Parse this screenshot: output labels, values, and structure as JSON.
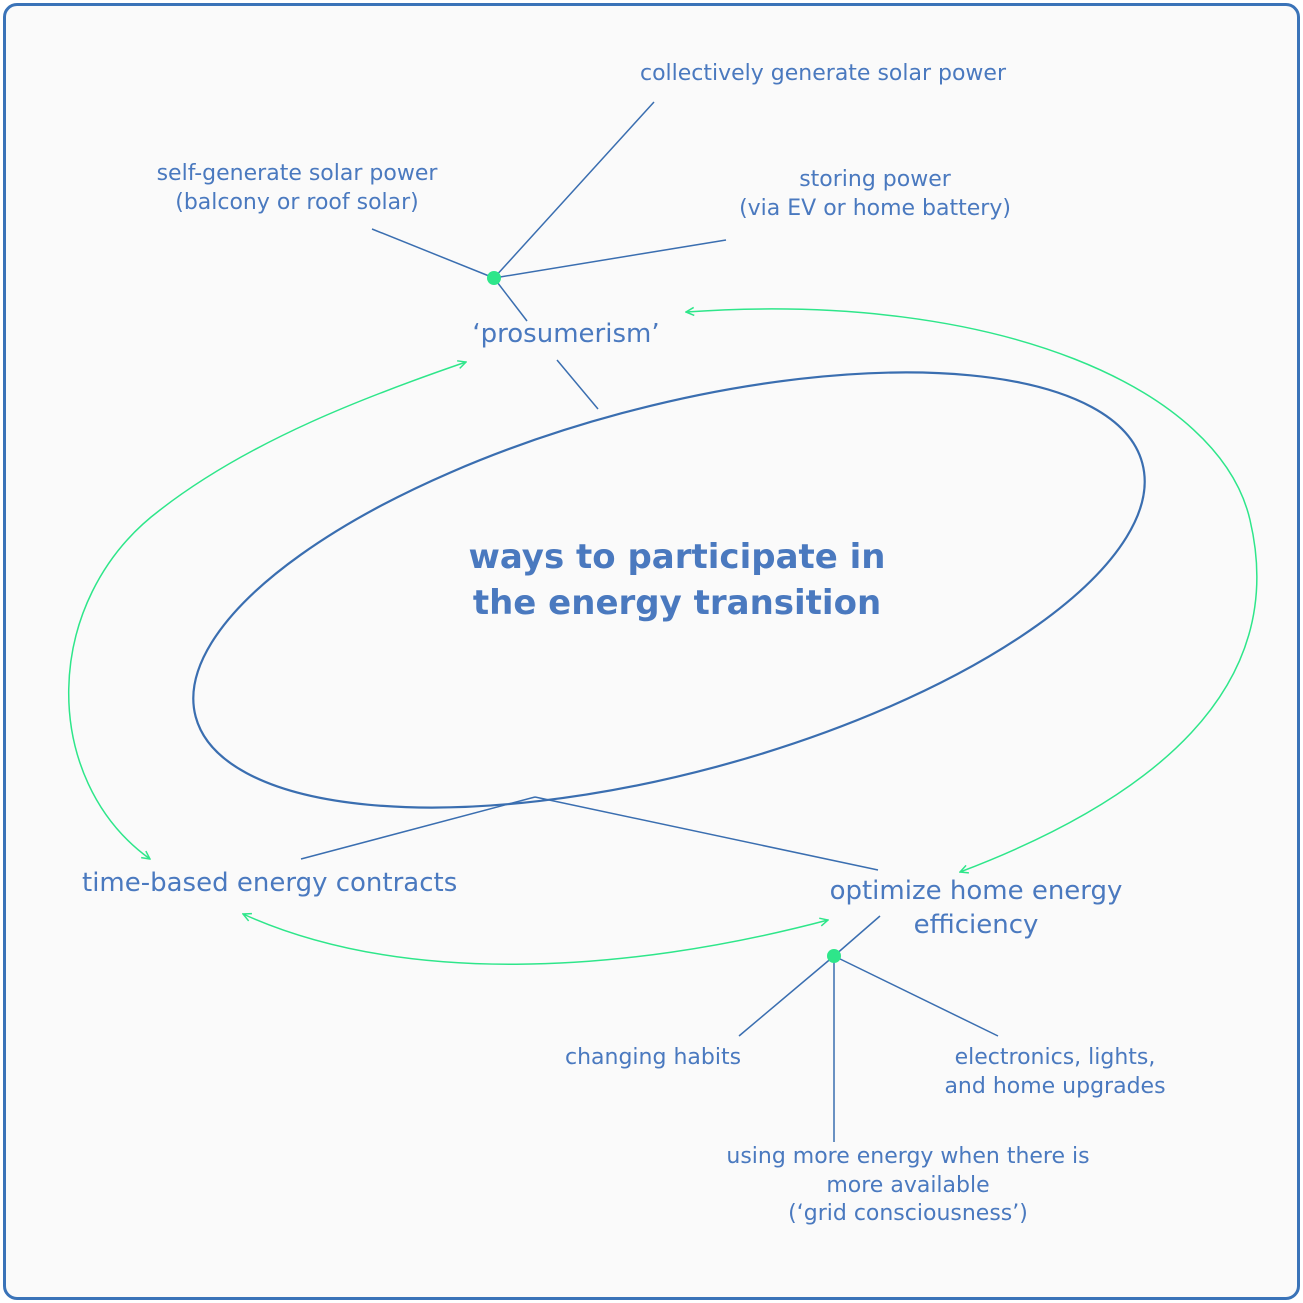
{
  "center": {
    "title_line1": "ways to participate in",
    "title_line2": "the energy transition"
  },
  "nodes": {
    "prosumerism": "‘prosumerism’",
    "time_based": "time-based energy contracts",
    "optimize_line1": "optimize home energy",
    "optimize_line2": "efficiency"
  },
  "leaves": {
    "collective_solar": "collectively generate solar power",
    "self_solar_line1": "self-generate solar power",
    "self_solar_line2": "(balcony or roof solar)",
    "storing_line1": "storing power",
    "storing_line2": "(via EV or home battery)",
    "habits": "changing habits",
    "electronics_line1": "electronics, lights,",
    "electronics_line2": "and home upgrades",
    "grid_line1": "using more energy when there is",
    "grid_line2": "more available",
    "grid_line3": "(‘grid consciousness’)"
  },
  "colors": {
    "text": "#4a79bf",
    "line": "#3a6eb0",
    "accent_green": "#2ee68a",
    "frame": "#3a73b8",
    "background": "#fafafa"
  }
}
